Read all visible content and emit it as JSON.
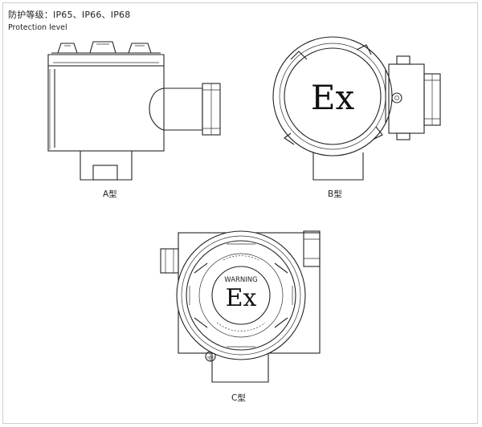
{
  "header": {
    "rating_cn": "防护等级：IP65、IP66、IP68",
    "rating_en": "Protection level"
  },
  "drawings": {
    "a": {
      "caption": "A型"
    },
    "b": {
      "caption": "B型",
      "mark": "Ex"
    },
    "c": {
      "caption": "C型",
      "mark": "Ex",
      "warning": "WARNING"
    }
  }
}
